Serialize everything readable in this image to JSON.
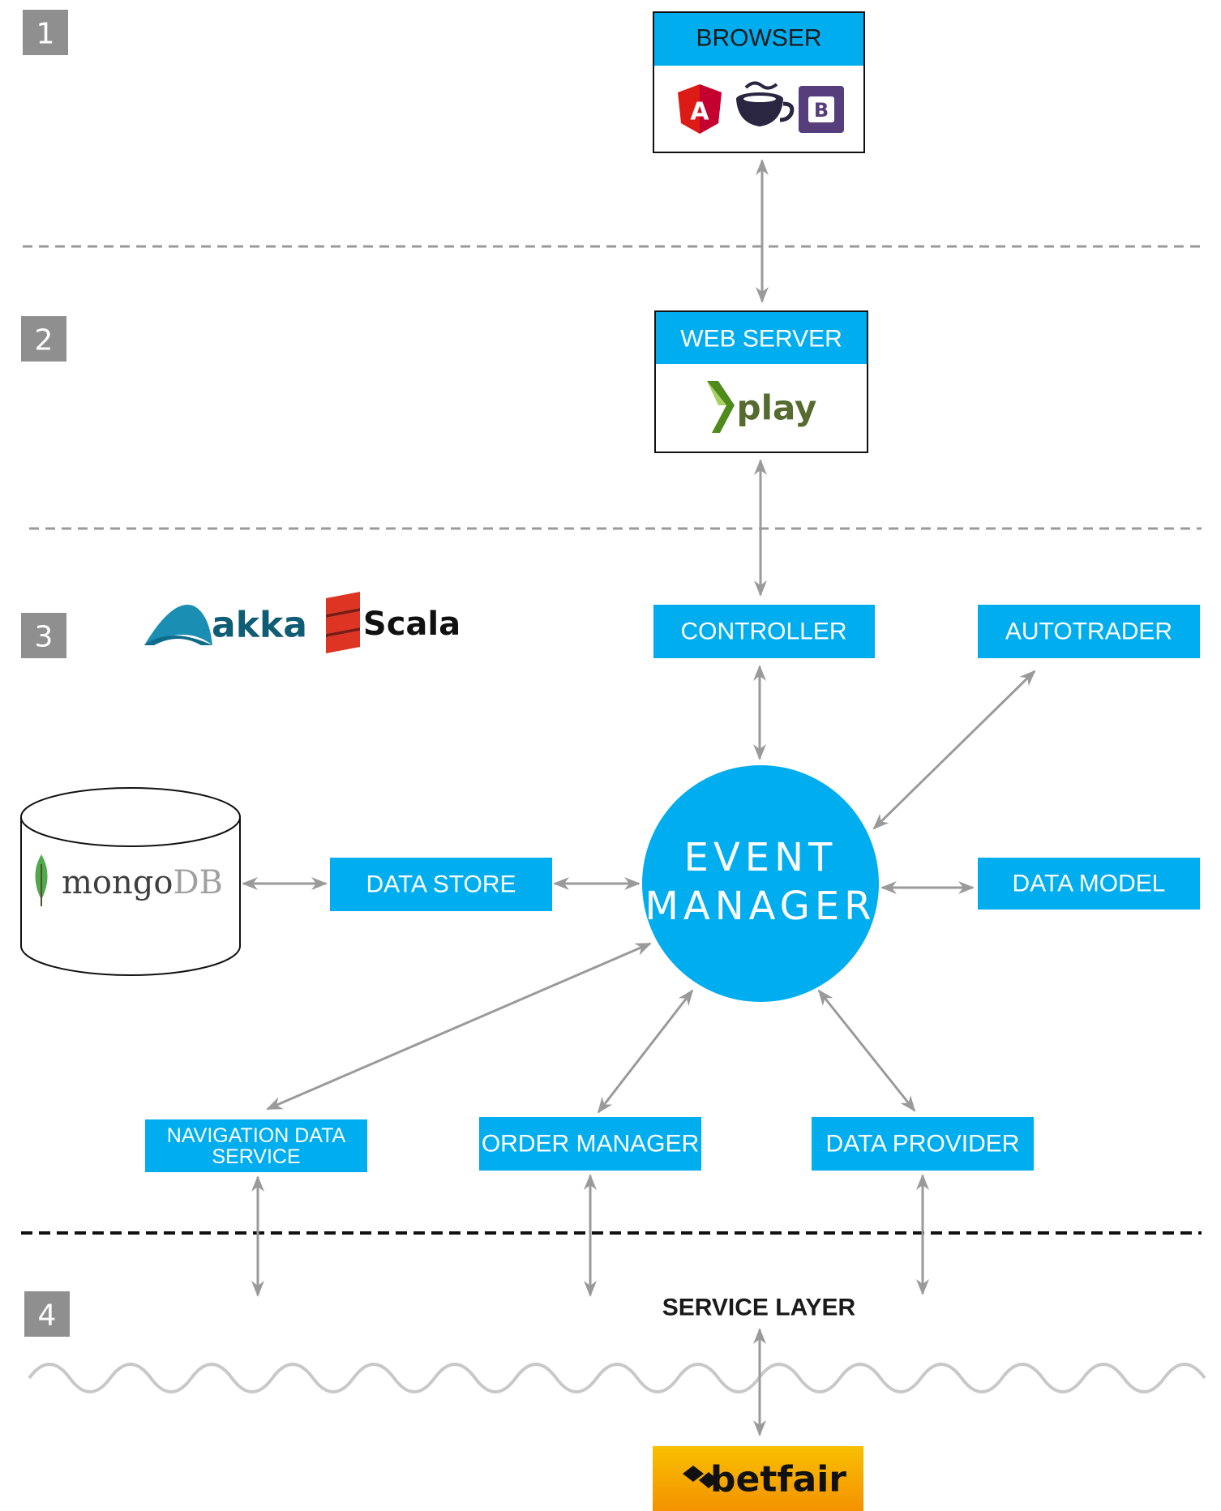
{
  "layers": [
    {
      "number": "1"
    },
    {
      "number": "2"
    },
    {
      "number": "3"
    },
    {
      "number": "4"
    }
  ],
  "browser": {
    "title": "BROWSER",
    "icons": [
      "angular-icon",
      "coffeescript-icon",
      "bootstrap-icon"
    ],
    "bootstrap_letter": "B",
    "angular_letter": "A"
  },
  "web_server": {
    "title": "WEB SERVER",
    "logo_text": "play"
  },
  "stack_logos": {
    "akka": "akka",
    "scala": "Scala"
  },
  "components": {
    "controller": "CONTROLLER",
    "autotrader": "AUTOTRADER",
    "data_store": "DATA STORE",
    "data_model": "DATA MODEL",
    "navigation_line1": "NAVIGATION DATA",
    "navigation_line2": "SERVICE",
    "order_manager": "ORDER MANAGER",
    "data_provider": "DATA PROVIDER"
  },
  "event_manager": {
    "line1": "EVENT",
    "line2": "MANAGER"
  },
  "database": {
    "name_part1": "mongo",
    "name_part2": "DB"
  },
  "service_layer": "SERVICE LAYER",
  "betfair": {
    "logo_text": "betfair"
  },
  "colors": {
    "component_blue": "#00adef",
    "badge_gray": "#8f8f8f",
    "arrow_gray": "#9a9a9a",
    "betfair_orange": "#f6a800"
  }
}
